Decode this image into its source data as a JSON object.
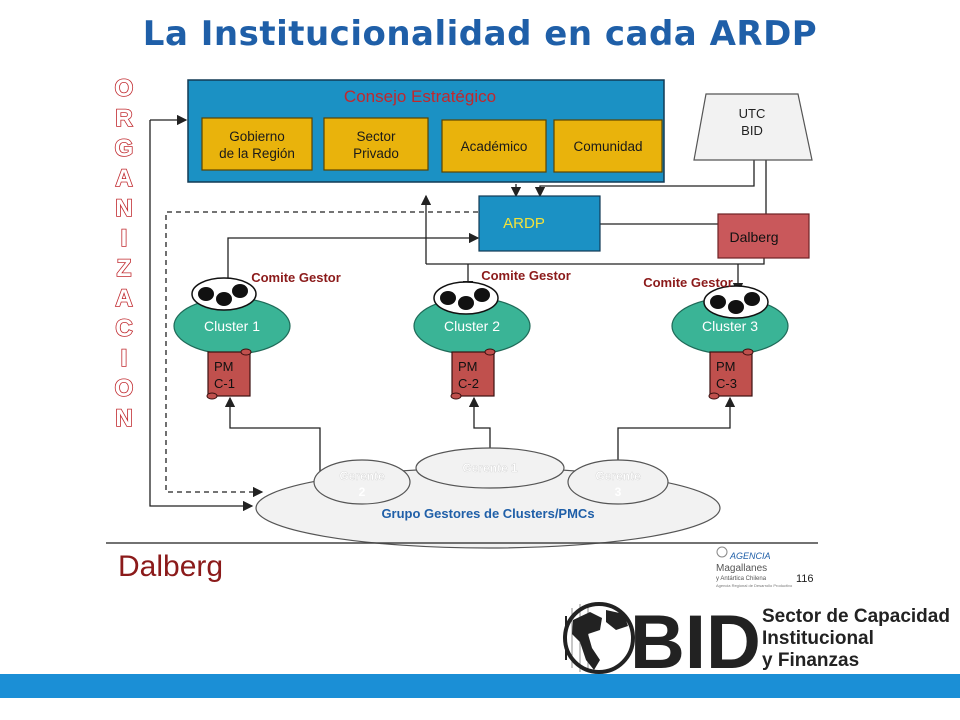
{
  "slide": {
    "title": "La Institucionalidad en cada ARDP",
    "page_number": "116"
  },
  "diagram": {
    "side_label_letters": [
      "O",
      "R",
      "G",
      "A",
      "N",
      "I",
      "Z",
      "A",
      "C",
      "I",
      "O",
      "N"
    ],
    "consejo": {
      "title": "Consejo Estratégico",
      "members": [
        "Gobierno de la Región",
        "Sector Privado",
        "Académico",
        "Comunidad"
      ]
    },
    "utc": {
      "line1": "UTC",
      "line2": "BID"
    },
    "ardp": "ARDP",
    "dalberg_box": "Dalberg",
    "comite_label": "Comite Gestor",
    "clusters": [
      "Cluster 1",
      "Cluster 2",
      "Cluster 3"
    ],
    "pms": [
      {
        "line1": "PM",
        "line2": "C-1"
      },
      {
        "line1": "PM",
        "line2": "C-2"
      },
      {
        "line1": "PM",
        "line2": "C-3"
      }
    ],
    "gerentes": [
      {
        "line1": "Gerente",
        "line2": "2"
      },
      {
        "line1": "Gerente 1",
        "line2": ""
      },
      {
        "line1": "Gerente",
        "line2": "3"
      }
    ],
    "grupo": "Grupo Gestores de Clusters/PMCs"
  },
  "footer": {
    "dalberg_logo": "Dalberg",
    "agencia": {
      "name": "AGENCIA",
      "line1": "Magallanes",
      "line2": "y Antártica Chilena",
      "line3": "Agencia Regional de Desarrollo Productivo"
    },
    "bid": {
      "logo": "BID",
      "line1": "Sector de Capacidad",
      "line2": "Institucional",
      "line3": "y Finanzas"
    }
  },
  "colors": {
    "title": "#1f5fa8",
    "consejo_fill": "#1b91c4",
    "consejo_title": "#c0282d",
    "member_fill": "#e9b30c",
    "ardp_fill": "#1b91c4",
    "ardp_text": "#f4e23a",
    "dalberg_box": "#c9585b",
    "cluster_fill": "#3ab496",
    "pm_fill": "#c0504d",
    "comite_text": "#8b1a1a",
    "side_letters": "#c0282d",
    "bottom_bar": "#1b8fd6"
  }
}
